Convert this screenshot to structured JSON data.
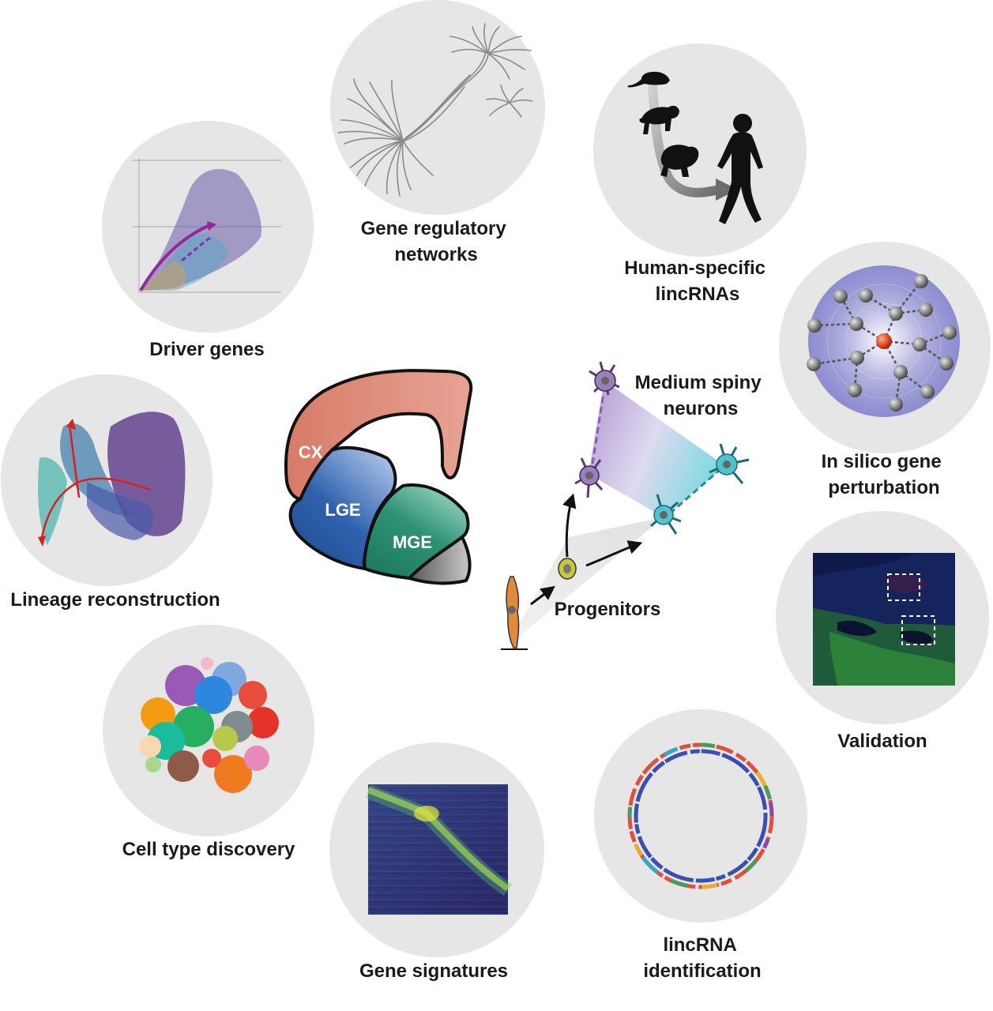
{
  "labels": {
    "driver_genes": "Driver genes",
    "gene_regulatory_networks": [
      "Gene regulatory",
      "networks"
    ],
    "human_specific_lincrnas": [
      "Human-specific",
      "lincRNAs"
    ],
    "in_silico_perturbation": [
      "In silico gene",
      "perturbation"
    ],
    "validation": "Validation",
    "lincrna_identification": [
      "lincRNA",
      "identification"
    ],
    "gene_signatures": "Gene signatures",
    "cell_type_discovery": "Cell type discovery",
    "lineage_reconstruction": "Lineage reconstruction"
  },
  "brain": {
    "cx": "CX",
    "lge": "LGE",
    "mge": "MGE"
  },
  "lineage": {
    "medium_spiny_neurons": [
      "Medium spiny",
      "neurons"
    ],
    "progenitors": "Progenitors"
  },
  "colors": {
    "disc": "#e6e6e6",
    "cx": "#d9826f",
    "lge": "#2b5fa6",
    "mge": "#2e8c6e",
    "purple_neuron": "#9b7fb8",
    "cyan_neuron": "#4fc3d0",
    "progenitor_orange": "#e08a3a"
  }
}
